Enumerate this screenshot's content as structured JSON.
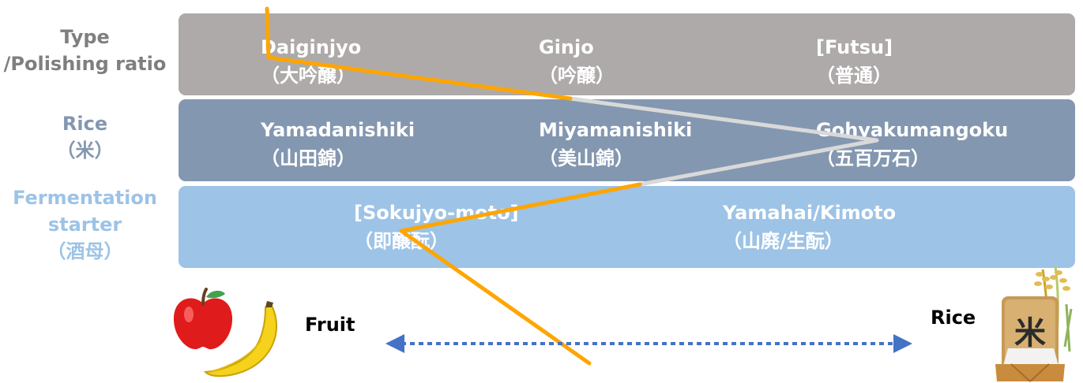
{
  "rows": [
    {
      "label_lines": [
        "Type",
        "/Polishing ratio"
      ],
      "label_color": "#7f7f7f",
      "band_color": "#aeaaaa",
      "items": [
        {
          "lines": [
            "Daiginjyo",
            "（大吟醸）"
          ]
        },
        {
          "lines": [
            "Ginjo",
            "（吟醸）"
          ]
        },
        {
          "lines": [
            "[Futsu]",
            "（普通）"
          ]
        }
      ]
    },
    {
      "label_lines": [
        "Rice",
        "（米）"
      ],
      "label_color": "#8497b0",
      "band_color": "#8497b0",
      "items": [
        {
          "lines": [
            "Yamadanishiki",
            "（山田錦）"
          ]
        },
        {
          "lines": [
            "Miyamanishiki",
            "（美山錦）"
          ]
        },
        {
          "lines": [
            "Gohyakumangoku",
            "（五百万石）"
          ]
        }
      ]
    },
    {
      "label_lines": [
        "Fermentation",
        "starter",
        "（酒母）"
      ],
      "label_color": "#9dc3e6",
      "band_color": "#9dc3e6",
      "items": [
        {
          "lines": [
            "[Sokujyo-moto]",
            "（即醸酛）"
          ]
        },
        {
          "lines": [
            "Yamahai/Kimoto",
            "（山廃/生酛）"
          ]
        }
      ]
    }
  ],
  "scale": {
    "left_label": "Fruit",
    "right_label": "Rice",
    "arrow_color": "#4472c4"
  },
  "path_colors": {
    "orange": "#ffa500",
    "gray": "#d9d9d9"
  },
  "icons": {
    "apple": "apple-icon",
    "banana": "banana-icon",
    "rice_sack": "rice-sack-icon"
  },
  "kanji_on_sack": "米"
}
